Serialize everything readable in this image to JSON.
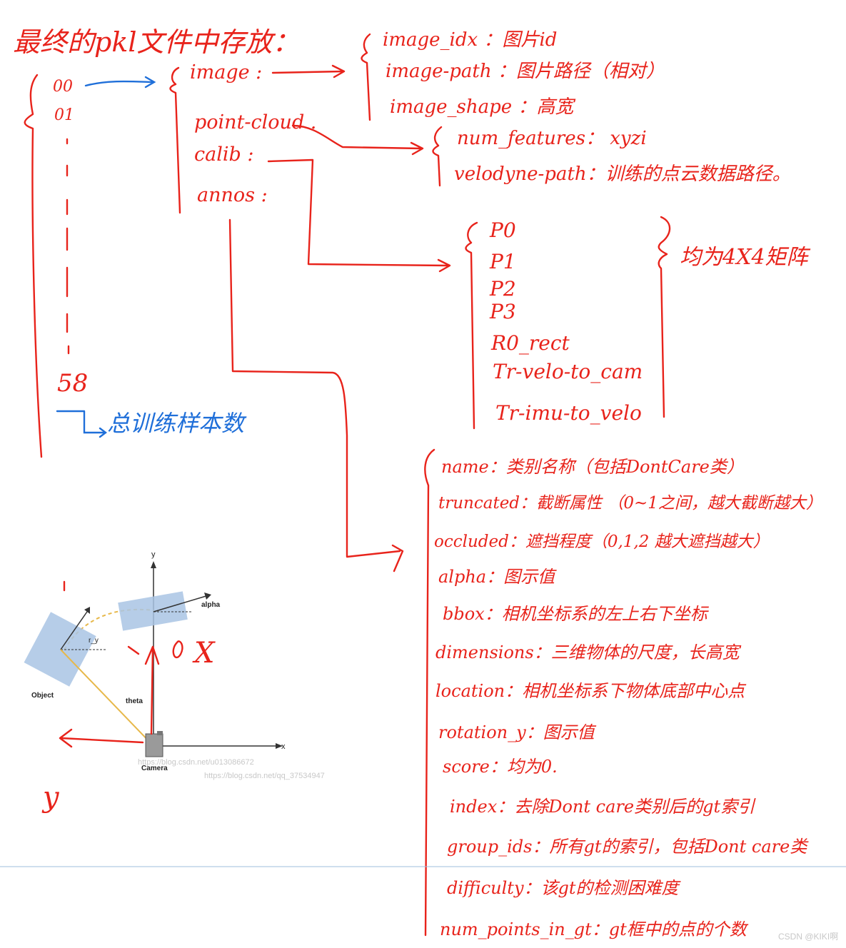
{
  "title": "最终的pkl文件中存放：",
  "index_list": {
    "first": "00",
    "second": "01",
    "last": "58",
    "caption": "总训练样本数"
  },
  "root_keys": [
    "image :",
    "point-cloud .",
    "calib :",
    "annos :"
  ],
  "image_fields": [
    "image_idx ：图片id",
    "image-path ：图片路径（相对）",
    "image_shape ：高宽"
  ],
  "point_cloud_fields": [
    "num_features： xyzi",
    "velodyne-path：训练的点云数据路径。"
  ],
  "calib_fields": [
    "P0",
    "P1",
    "P2",
    "P3",
    "R0_rect",
    "Tr-velo-to_cam",
    "Tr-imu-to_velo"
  ],
  "calib_note": "均为4X4矩阵",
  "annos_fields": [
    "name：类别名称（包括DontCare类）",
    "truncated：截断属性 （0~1之间，越大截断越大）",
    "occluded：遮挡程度（0,1,2 越大遮挡越大）",
    "alpha：图示值",
    "bbox：相机坐标系的左上右下坐标",
    "dimensions：三维物体的尺度，长高宽",
    "location：相机坐标系下物体底部中心点",
    "rotation_y：图示值",
    "score：均为0.",
    "index：去除Dont care类别后的gt索引",
    "group_ids：所有gt的索引，包括Dont care类",
    "difficulty：该gt的检测困难度",
    "num_points_in_gt：gt框中的点的个数"
  ],
  "figure": {
    "axis_y": "y",
    "axis_x": "x",
    "alpha_label": "alpha",
    "ry_label": "r_y",
    "object_label": "Object",
    "theta_label": "theta",
    "camera_label": "Camera",
    "hand_x": "X",
    "hand_y": "y",
    "watermark1": "https://blog.csdn.net/u013086672",
    "watermark2": "https://blog.csdn.net/qq_37534947"
  },
  "corner_watermark": "CSDN @KIKI啊",
  "colors": {
    "ink_red": "#e8231b",
    "ink_blue": "#1f6fd9",
    "box_blue": "#a9c4e4",
    "line_gold": "#e7b84a"
  }
}
